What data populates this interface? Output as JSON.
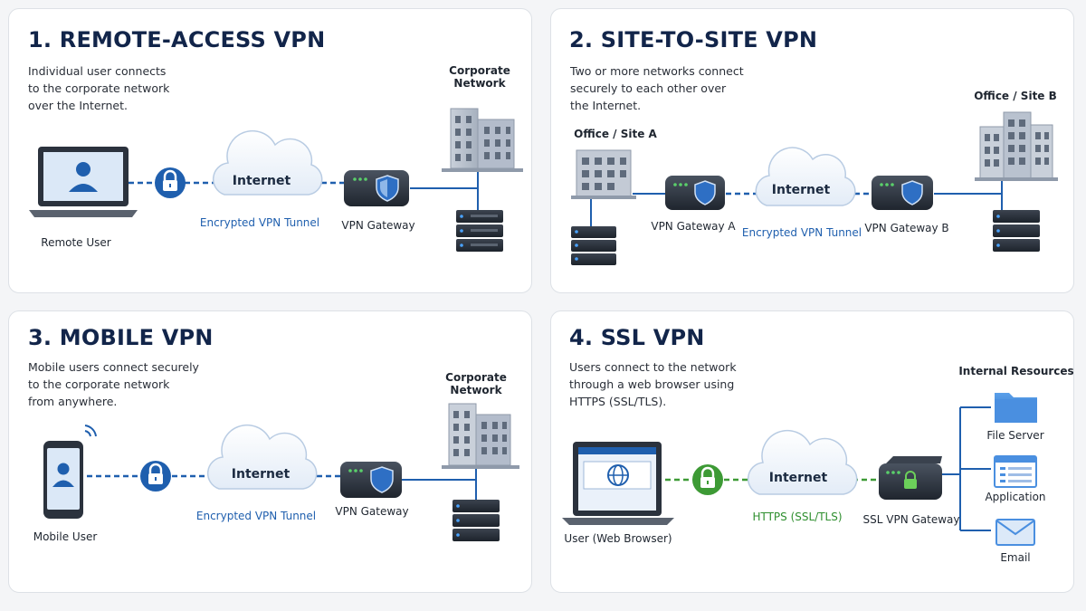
{
  "colors": {
    "accent_blue": "#1f5fae",
    "title_navy": "#12254a",
    "ssl_green": "#3d9a35",
    "cloud_fill": "#eef4fb",
    "device_dark": "#2b323d"
  },
  "panels": [
    {
      "title": "1. REMOTE-ACCESS VPN",
      "description": [
        "Individual user connects",
        "to the corporate network",
        "over the Internet."
      ],
      "labels": {
        "user": "Remote User",
        "cloud": "Internet",
        "tunnel": "Encrypted VPN Tunnel",
        "gateway": "VPN Gateway",
        "network": [
          "Corporate",
          "Network"
        ]
      }
    },
    {
      "title": "2. SITE-TO-SITE VPN",
      "description": [
        "Two or more networks connect",
        "securely to each other over",
        "the Internet."
      ],
      "labels": {
        "site_a": "Office / Site A",
        "site_b": "Office / Site B",
        "gateway_a": "VPN Gateway A",
        "gateway_b": "VPN Gateway B",
        "cloud": "Internet",
        "tunnel": "Encrypted VPN Tunnel"
      }
    },
    {
      "title": "3. MOBILE VPN",
      "description": [
        "Mobile users connect securely",
        "to the corporate network",
        "from anywhere."
      ],
      "labels": {
        "user": "Mobile User",
        "cloud": "Internet",
        "tunnel": "Encrypted VPN Tunnel",
        "gateway": "VPN Gateway",
        "network": [
          "Corporate",
          "Network"
        ]
      }
    },
    {
      "title": "4. SSL VPN",
      "description": [
        "Users connect to the network",
        "through a web browser using",
        "HTTPS (SSL/TLS)."
      ],
      "labels": {
        "user": "User (Web Browser)",
        "cloud": "Internet",
        "tunnel": "HTTPS (SSL/TLS)",
        "gateway": "SSL VPN Gateway",
        "resources_title": "Internal Resources",
        "resources": [
          "File Server",
          "Application",
          "Email"
        ]
      }
    }
  ]
}
